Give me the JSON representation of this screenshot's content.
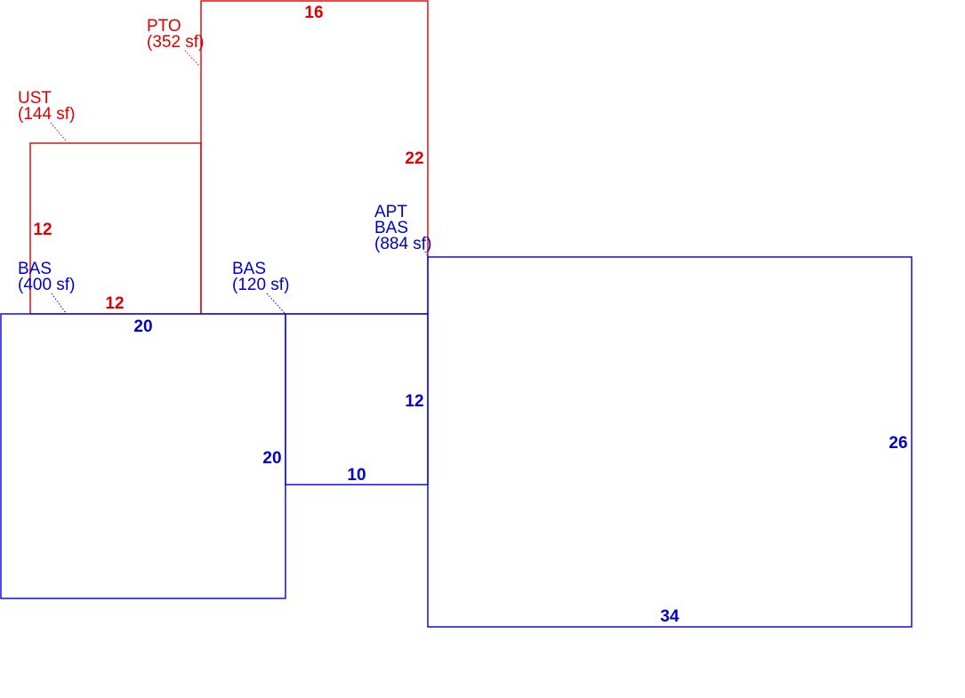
{
  "colors": {
    "red": "#dd0000",
    "blue": "#0000cc"
  },
  "areas": {
    "pto": {
      "code": "PTO",
      "area": "(352 sf)"
    },
    "ust": {
      "code": "UST",
      "area": "(144 sf)"
    },
    "bas_left": {
      "code": "BAS",
      "area": "(400 sf)"
    },
    "bas_mid": {
      "code": "BAS",
      "area": "(120 sf)"
    },
    "apt_bas": {
      "code1": "APT",
      "code2": "BAS",
      "area": "(884 sf)"
    }
  },
  "dimensions": {
    "pto_top": "16",
    "pto_right": "22",
    "ust_left": "12",
    "ust_bottom": "12",
    "bas_left_top": "20",
    "bas_left_right": "20",
    "bas_mid_left": "12",
    "bas_mid_bottom": "10",
    "apt_right": "26",
    "apt_bottom": "34"
  }
}
